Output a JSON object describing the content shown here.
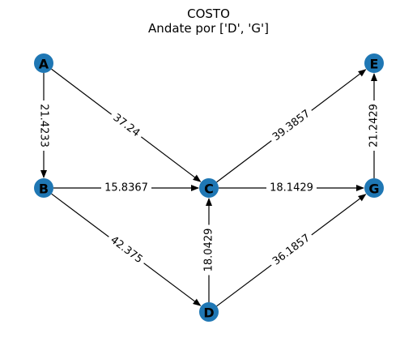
{
  "title": "COSTO",
  "subtitle": "Andate por ['D', 'G']",
  "graph": {
    "directed": true,
    "node_color": "#1f77b4",
    "nodes": [
      "A",
      "B",
      "C",
      "D",
      "E",
      "G"
    ],
    "edges": [
      {
        "source": "A",
        "target": "B",
        "label": "21.4233"
      },
      {
        "source": "A",
        "target": "C",
        "label": "37.24"
      },
      {
        "source": "B",
        "target": "C",
        "label": "15.8367"
      },
      {
        "source": "B",
        "target": "D",
        "label": "42.375"
      },
      {
        "source": "C",
        "target": "E",
        "label": "39.3857"
      },
      {
        "source": "C",
        "target": "G",
        "label": "18.1429"
      },
      {
        "source": "D",
        "target": "C",
        "label": "18.0429"
      },
      {
        "source": "D",
        "target": "G",
        "label": "36.1857"
      },
      {
        "source": "G",
        "target": "E",
        "label": "21.2429"
      }
    ]
  }
}
